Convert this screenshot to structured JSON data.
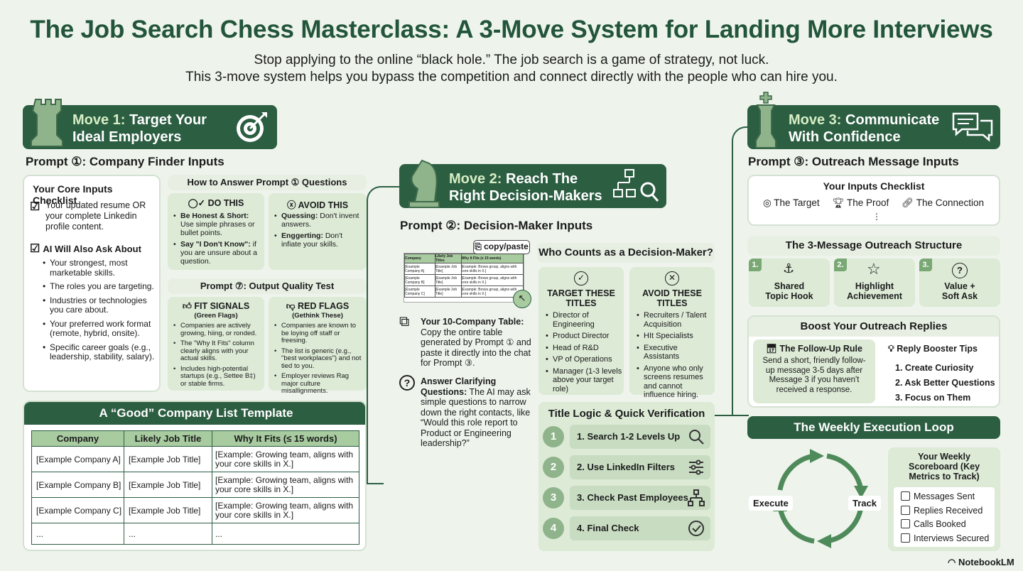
{
  "header": {
    "title": "The Job Search Chess Masterclass: A 3-Move System for Landing More Interviews",
    "subtitle_line1": "Stop applying to the online “black hole.” The job search is a game of strategy, not luck.",
    "subtitle_line2": "This 3-move system helps you bypass the competition and connect directly with the people who can hire you."
  },
  "move1": {
    "banner_prefix": "Move 1:",
    "banner_rest_line1": "Target Your",
    "banner_line2": "Ideal Employers",
    "prompt_title": "Prompt ①: Company Finder Inputs",
    "checklist": {
      "title": "Your Core Inputs Checklist",
      "item1": "Your updated resume OR your complete Linkedin profile content.",
      "item2": "AI Will Also Ask About",
      "bullets": [
        "Your strongest, most marketable skills.",
        "The roles you are targeting.",
        "Industries or technologies you care about.",
        "Your preferred work format (remote, hybrid, onsite).",
        "Specific career goals (e.g., leadership, stability, salary)."
      ]
    },
    "how_to": {
      "title": "How to Answer Prompt ① Questions",
      "do_title": "DO THIS",
      "do_items": [
        {
          "bold": "Be Honest & Short:",
          "text": " Use simple phrases or bullet points."
        },
        {
          "bold": "Say \"I Don't Know\":",
          "text": " if you are unsure about a question."
        }
      ],
      "avoid_title": "AVOID THIS",
      "avoid_items": [
        {
          "bold": "Quessing:",
          "text": " Don't invent answers."
        },
        {
          "bold": "Enggerting:",
          "text": " Don't infiate your skills."
        }
      ]
    },
    "quality": {
      "title": "Prompt ⑦: Output Quality Test",
      "fit_title": "FIT SIGNALS",
      "fit_sub": "(Green Flags)",
      "fit_items": [
        "Companies are actively growing, hiing, or ronded.",
        "The \"Why It Fits\" column clearly aligns with your actual skills.",
        "Includes high-potential startups (e.g., Settee B‡) or stable firms."
      ],
      "red_title": "RED FLAGS",
      "red_sub": "(Gethink These)",
      "red_items": [
        "Companies are known to be loying off staff or freesing.",
        "The list is generic (e.g., \"best workplaces\") and not tied to you.",
        "Employer reviews Rag major culture misallignments."
      ]
    },
    "template": {
      "title": "A “Good” Company List Template",
      "headers": [
        "Company",
        "Likely Job Title",
        "Why It Fits (≤ 15 words)"
      ],
      "rows": [
        [
          "[Example Company A]",
          "[Example Job Title]",
          "[Example: Growing team, aligns with your core skills in X.]"
        ],
        [
          "[Example Company B]",
          "[Example Job Title]",
          "[Example: Growing team, aligns with your core skills in X.]"
        ],
        [
          "[Example Company C]",
          "[Example Job Title]",
          "[Example: Growing team, aligns with your core skills in X.]"
        ],
        [
          "...",
          "...",
          "..."
        ]
      ]
    }
  },
  "move2": {
    "banner_prefix": "Move 2:",
    "banner_rest_line1": "Reach The",
    "banner_line2": "Right Decision-Makers",
    "prompt_title": "Prompt ②: Decision-Maker Inputs",
    "copy_label": "copy/paste",
    "mini_headers": [
      "Company",
      "Likely Job Titles",
      "Why It Fits (≤ 15 words)"
    ],
    "mini_rows": [
      [
        "[Example Company A]",
        "[Example Job Title]",
        "[Example: Brows group, aligns with core skills in X.]"
      ],
      [
        "[Example Company B]",
        "[Example Job Title]",
        "[Example: Brows group, aligns with core skills in X.]"
      ],
      [
        "[Example Company C]",
        "[Example Job Title]",
        "[Example: Brows group, aligns with core skills in X.]"
      ]
    ],
    "step1_bold": "Your 10-Company Table:",
    "step1_text": " Copy the ontire table generated by Prompt ① and paste it directly into the chat for Prompt ③.",
    "step2_bold": "Answer Clarifying Questions:",
    "step2_text": " The AI may ask simple questions to narrow down the right contacts, like “Would this role report to Product or Engineering leadership?”",
    "who": {
      "title": "Who Counts as a Decision-Maker?",
      "target_title": "TARGET THESE TITLES",
      "target_items": [
        "Director of Engineering",
        "Product Director",
        "Head of R&D",
        "VP of Operations",
        "Manager (1-3 levels above your target role)"
      ],
      "avoid_title": "AVOID THESE TITLES",
      "avoid_items": [
        "Recruiters / Talent Acquisition",
        "HIt Specialists",
        "Executive Assistants",
        "Anyone who only screens resumes and cannot influence hiring."
      ]
    },
    "logic": {
      "title": "Title Logic & Quick Verification",
      "steps": [
        {
          "num": "1",
          "label": "1. Search 1-2 Levels Up",
          "icon": "search-icon"
        },
        {
          "num": "2",
          "label": "2. Use LinkedIn Filters",
          "icon": "filter-sliders-icon"
        },
        {
          "num": "3",
          "label": "3. Check Past Employees",
          "icon": "org-chart-icon"
        },
        {
          "num": "4",
          "label": "4. Final Check",
          "icon": "check-circle-icon"
        }
      ]
    }
  },
  "move3": {
    "banner_prefix": "Move 3:",
    "banner_rest_line1": "Communicate",
    "banner_line2": "With Confidence",
    "prompt_title": "Prompt ③: Outreach Message Inputs",
    "inputs": {
      "title": "Your Inputs Checklist",
      "items": [
        "The Target",
        "The Proof",
        "The Connection"
      ],
      "more": "⋮"
    },
    "structure": {
      "title": "The 3-Message Outreach Structure",
      "items": [
        {
          "num": "1.",
          "label": "Shared Topic Hook"
        },
        {
          "num": "2.",
          "label": "Highlight Achievement"
        },
        {
          "num": "3.",
          "label": "Value + Soft Ask"
        }
      ]
    },
    "boost": {
      "title": "Boost Your Outreach Replies",
      "followup_title": "The Follow-Up Rule",
      "followup_text": "Send a short, friendly follow-up message 3-5 days after Message 3 if you haven't received a response.",
      "tips_title": "Reply Booster Tips",
      "tips": [
        "1. Create Curiosity",
        "2. Ask Better Questions",
        "3. Focus on Them"
      ]
    },
    "loop": {
      "title": "The Weekly Execution Loop",
      "execute": "Execute",
      "track": "Track",
      "scoreboard_title": "Your Weekly Scoreboard (Key Metrics to Track)",
      "metrics": [
        "Messages Sent",
        "Replies Received",
        "Calls Booked",
        "Interviews Secured"
      ]
    }
  },
  "footer": {
    "brand": "NotebookLM"
  },
  "colors": {
    "primary": "#2c5e42",
    "accent": "#d7eec4",
    "background": "#eef4ec",
    "panel": "#dcead6"
  }
}
